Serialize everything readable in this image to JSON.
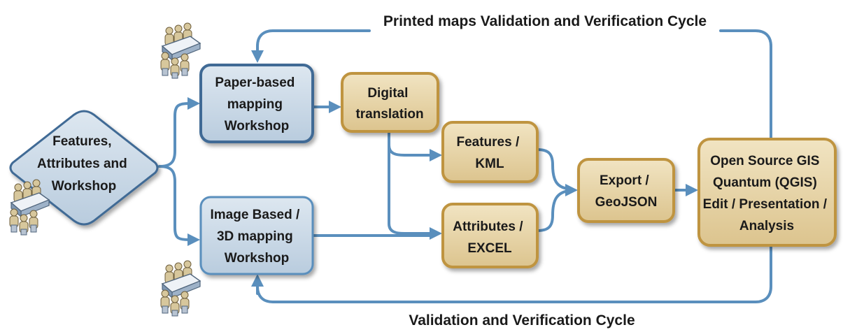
{
  "nodes": {
    "features_workshop": [
      "Features,",
      "Attributes and",
      "Workshop"
    ],
    "paper_workshop": [
      "Paper-based",
      "mapping",
      "Workshop"
    ],
    "image_workshop": [
      "Image Based /",
      "3D mapping",
      "Workshop"
    ],
    "digital_translation": [
      "Digital",
      "translation"
    ],
    "features_kml": [
      "Features /",
      "KML"
    ],
    "attributes_excel": [
      "Attributes /",
      "EXCEL"
    ],
    "export_geojson": [
      "Export /",
      "GeoJSON"
    ],
    "qgis": [
      "Open Source GIS",
      "Quantum (QGIS)",
      "Edit / Presentation /",
      "Analysis"
    ]
  },
  "cycles": {
    "top": "Printed maps Validation and Verification Cycle",
    "bottom": "Validation and Verification Cycle"
  },
  "icons": [
    "meeting-table-icon"
  ],
  "colors": {
    "blue_fill": "#cfdce8",
    "blue_border": "#3f6a95",
    "tan_fill": "#e9d9b0",
    "tan_border": "#bf9440",
    "arrow": "#5a8fbd"
  }
}
